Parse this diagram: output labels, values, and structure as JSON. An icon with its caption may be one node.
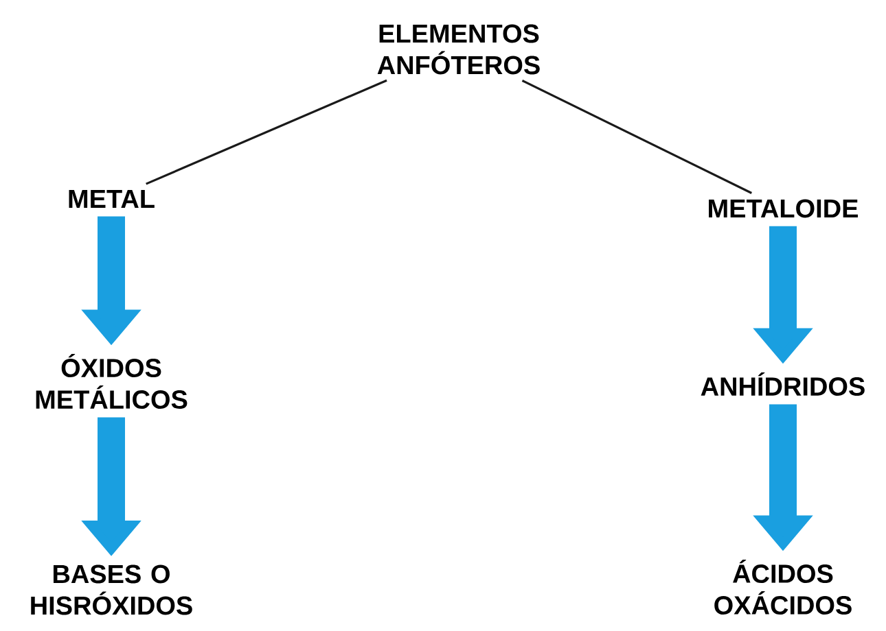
{
  "diagram": {
    "nodes": [
      {
        "text": [
          "ELEMENTOS ANFÓTEROS"
        ]
      },
      {
        "text": [
          "METAL"
        ]
      },
      {
        "text": [
          "METALOIDE"
        ]
      },
      {
        "text": [
          "ÓXIDOS METÁLICOS"
        ]
      },
      {
        "text": [
          "ANHÍDRIDOS"
        ]
      },
      {
        "text": [
          "BASES O HISRÓXIDOS"
        ]
      },
      {
        "text": [
          "ÁCIDOS OXÁCIDOS"
        ]
      }
    ],
    "edges": [
      {
        "from": 0,
        "to": 1,
        "arrow": "none",
        "color": "#1a1a1a"
      },
      {
        "from": 0,
        "to": 2,
        "arrow": "none",
        "color": "#1a1a1a"
      },
      {
        "from": 1,
        "to": 3,
        "arrow": "to"
      },
      {
        "from": 3,
        "to": 5,
        "arrow": "to"
      },
      {
        "from": 2,
        "to": 4,
        "arrow": "to"
      },
      {
        "from": 4,
        "to": 6,
        "arrow": "to"
      }
    ]
  }
}
